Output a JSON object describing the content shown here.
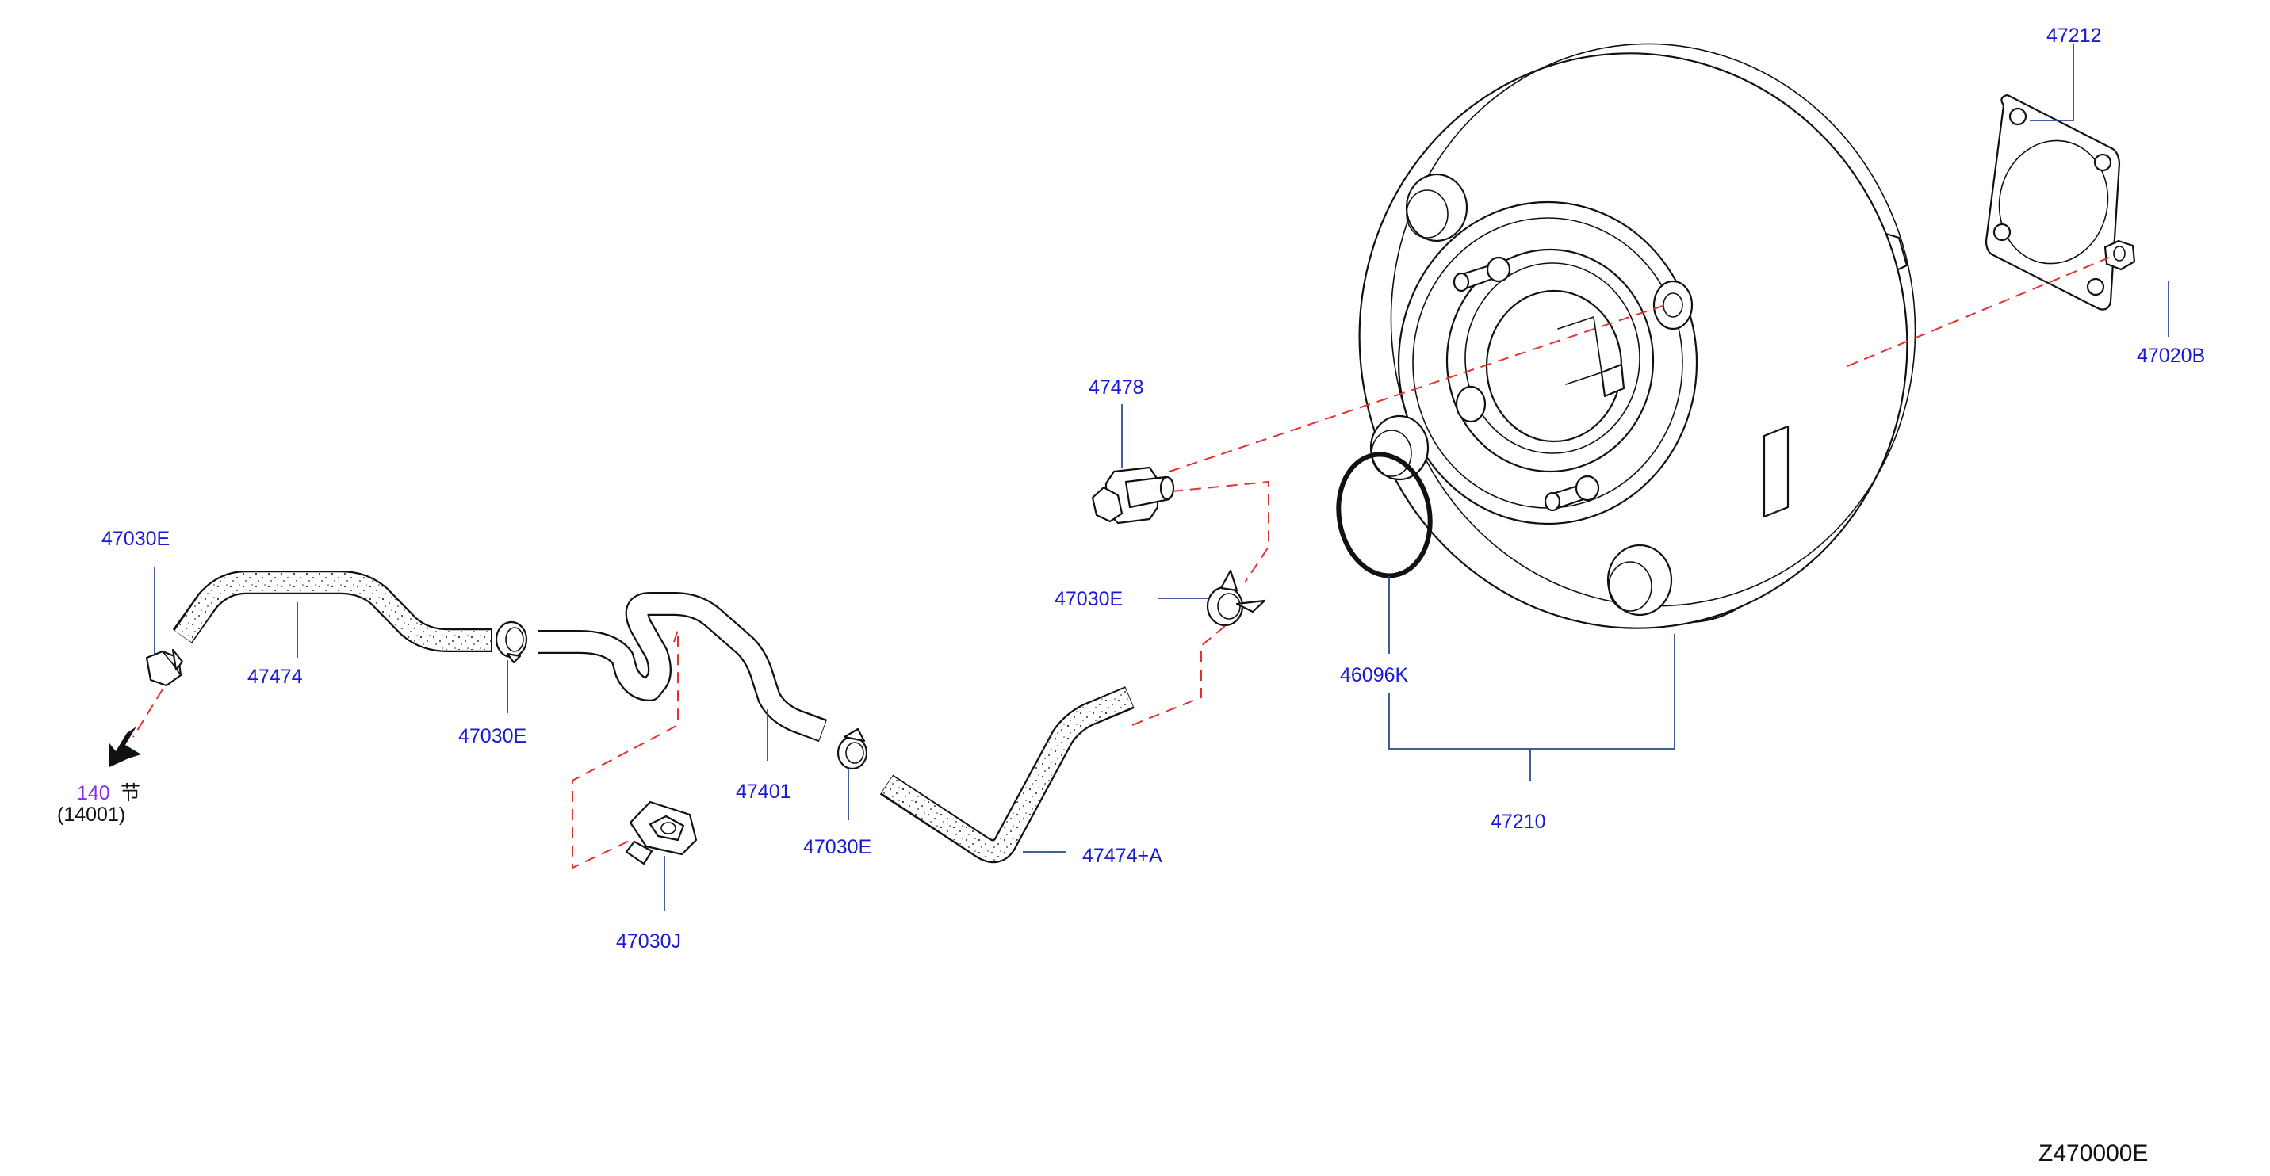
{
  "diagram": {
    "code": "Z470000E",
    "ref_section": "140",
    "ref_glyph": "节",
    "ref_part": "(14001)",
    "parts": {
      "p47212": "47212",
      "p47020B": "47020B",
      "p47478": "47478",
      "p47030E_tl": "47030E",
      "p47474": "47474",
      "p47030E_mid": "47030E",
      "p47030E_right": "47030E",
      "p46096K": "46096K",
      "p47401": "47401",
      "p47030E_low": "47030E",
      "p47474A": "47474+A",
      "p47210": "47210",
      "p47030J": "47030J"
    }
  }
}
